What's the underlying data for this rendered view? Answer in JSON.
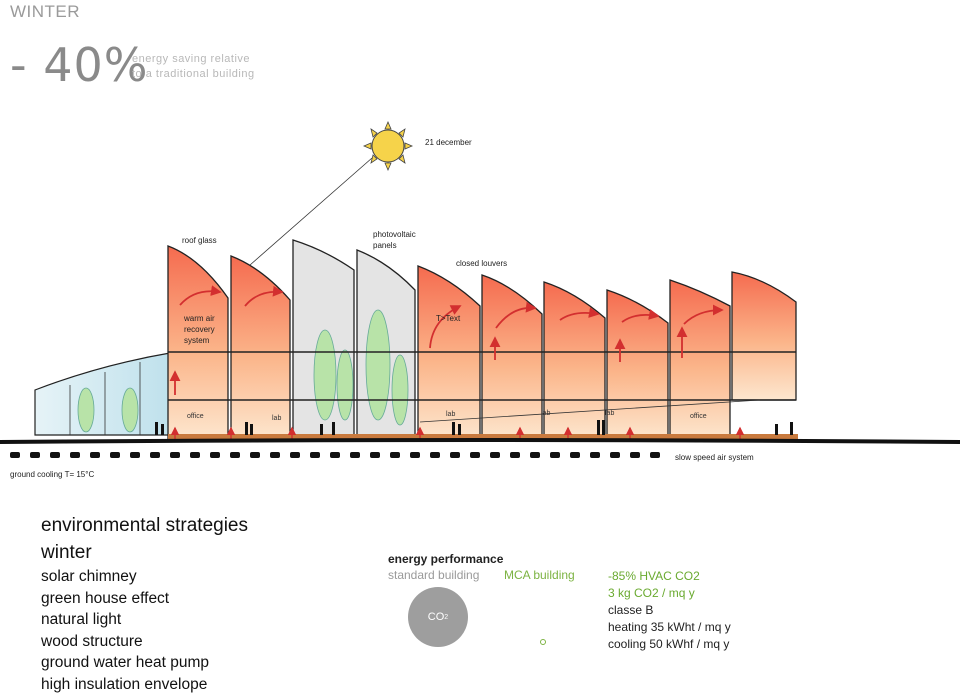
{
  "header": {
    "season": "WINTER",
    "saving_pct": "- 40%",
    "saving_desc_line1": "energy saving relative",
    "saving_desc_line2": "to a traditional building"
  },
  "diagram": {
    "date_label": "21 december",
    "roof_glass": "roof glass",
    "pv_line1": "photovoltaic",
    "pv_line2": "panels",
    "closed_louvers": "closed louvers",
    "warm_line1": "warm air",
    "warm_line2": "recovery",
    "warm_line3": "system",
    "t_text": "T>Text",
    "rooms": [
      "office",
      "lab",
      "lab",
      "lab",
      "lab",
      "office"
    ],
    "ground_cooling": "ground cooling T= 15°C",
    "slow_air": "slow speed air system",
    "colors": {
      "warm": "#f57a5a",
      "warm_light": "#fde3c4",
      "arrow": "#d32f2f",
      "glass": "#cfe8f0",
      "floor": "#c97a3e"
    }
  },
  "strategies": {
    "heading1": "environmental strategies",
    "heading2": "winter",
    "items": [
      "solar chimney",
      "green house effect",
      "natural light",
      "wood structure",
      "ground water heat pump",
      "high insulation envelope"
    ]
  },
  "performance": {
    "title": "energy performance",
    "standard_label": "standard building",
    "mca_label": "MCA building",
    "co2_label": "CO",
    "co2_sub": "2",
    "hvac": "-85% HVAC CO2",
    "kg": "3 kg CO2 / mq y",
    "classe": "classe B",
    "heating": "heating 35 kWht / mq y",
    "cooling": "cooling 50 kWhf / mq y"
  }
}
